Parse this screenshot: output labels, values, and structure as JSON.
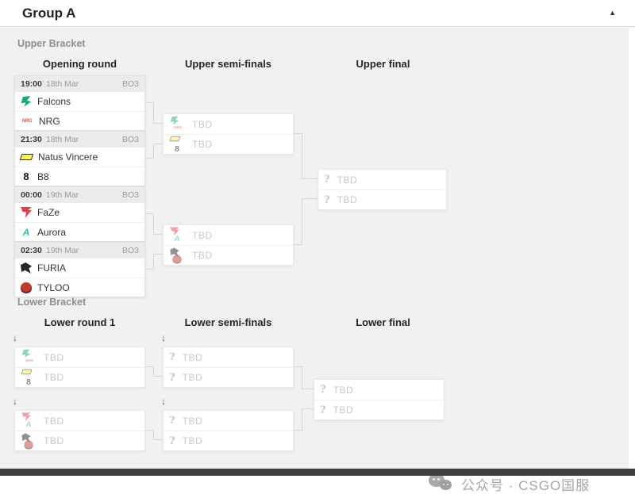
{
  "header": {
    "title": "Group A"
  },
  "icons": {
    "caret": "▲",
    "drop_arrow": "↓",
    "question": "?",
    "nrg_text": "NRG",
    "b8_text": "8",
    "aurora_text": "A"
  },
  "upper": {
    "label": "Upper Bracket",
    "columns": [
      "Opening round",
      "Upper semi-finals",
      "Upper final"
    ],
    "matches": [
      {
        "time": "19:00",
        "date": "18th Mar",
        "format": "BO3",
        "team1": "Falcons",
        "team2": "NRG"
      },
      {
        "time": "21:30",
        "date": "18th Mar",
        "format": "BO3",
        "team1": "Natus Vincere",
        "team2": "B8"
      },
      {
        "time": "00:00",
        "date": "19th Mar",
        "format": "BO3",
        "team1": "FaZe",
        "team2": "Aurora"
      },
      {
        "time": "02:30",
        "date": "19th Mar",
        "format": "BO3",
        "team1": "FURIA",
        "team2": "TYLOO"
      }
    ],
    "semi_finals": [
      {
        "slot1": "TBD",
        "slot2": "TBD"
      },
      {
        "slot1": "TBD",
        "slot2": "TBD"
      }
    ],
    "final": {
      "slot1": "TBD",
      "slot2": "TBD"
    }
  },
  "lower": {
    "label": "Lower Bracket",
    "columns": [
      "Lower round 1",
      "Lower semi-finals",
      "Lower final"
    ],
    "round1": [
      {
        "slot1": "TBD",
        "slot2": "TBD"
      },
      {
        "slot1": "TBD",
        "slot2": "TBD"
      }
    ],
    "semi_finals": [
      {
        "slot1": "TBD",
        "slot2": "TBD"
      },
      {
        "slot1": "TBD",
        "slot2": "TBD"
      }
    ],
    "final": {
      "slot1": "TBD",
      "slot2": "TBD"
    }
  },
  "watermark": {
    "text": "公众号 · CSGO国服"
  },
  "colors": {
    "background": "#f1f1f2",
    "card_border": "#e2e2e2",
    "connector": "#d7d7d7",
    "tbd_text": "#c9c9c9",
    "falcons_green": "#15a97c",
    "nrg_red": "#e2574c",
    "navi_yellow": "#ffee4f",
    "faze_red": "#e73b51",
    "aurora_teal": "#2cc0a5",
    "furia_black": "#262626",
    "tyloo_red": "#b03a36",
    "bottom_bar": "#3e3e3e"
  }
}
